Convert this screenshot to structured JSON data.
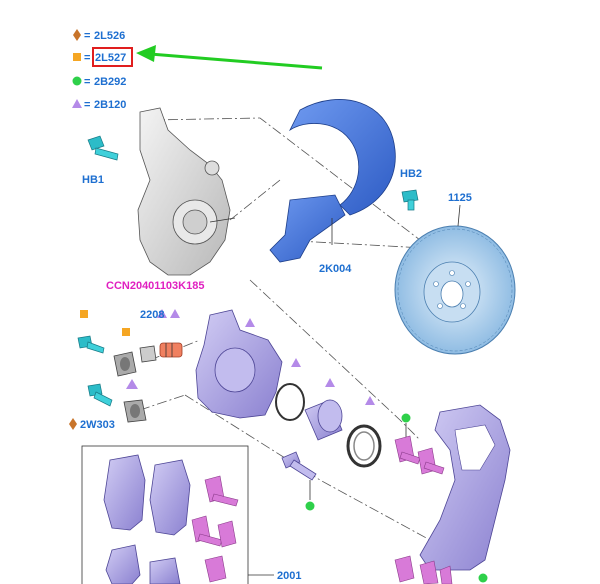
{
  "legend": [
    {
      "marker": "diamond",
      "color": "#c8742a",
      "separator": "=",
      "code": "2L526"
    },
    {
      "marker": "square",
      "color": "#f5a623",
      "separator": "=",
      "code": "2L527",
      "highlighted": true
    },
    {
      "marker": "circle",
      "color": "#2ed04a",
      "separator": "=",
      "code": "2B292"
    },
    {
      "marker": "triangle",
      "color": "#b48ae8",
      "separator": "=",
      "code": "2B120"
    }
  ],
  "annotation": {
    "arrow_color": "#22cc22",
    "highlight_color": "#e01e1e"
  },
  "parts": {
    "hb1": "HB1",
    "hb2": "HB2",
    "disc": "1125",
    "shield": "2K004",
    "knuckle": "CCN20401103K185",
    "caliper_kit": "2208",
    "bolt_2w303": "2W303",
    "pads": "2001"
  },
  "colors": {
    "label_blue": "#1e6fd0",
    "label_pink": "#e020c0",
    "shield_blue": "#3a6fd8",
    "disc_blue": "#9fc6e8",
    "caliper_purple": "#a79ee0",
    "bolt_teal": "#2cbcc8",
    "clip_pink": "#d87ad8"
  }
}
